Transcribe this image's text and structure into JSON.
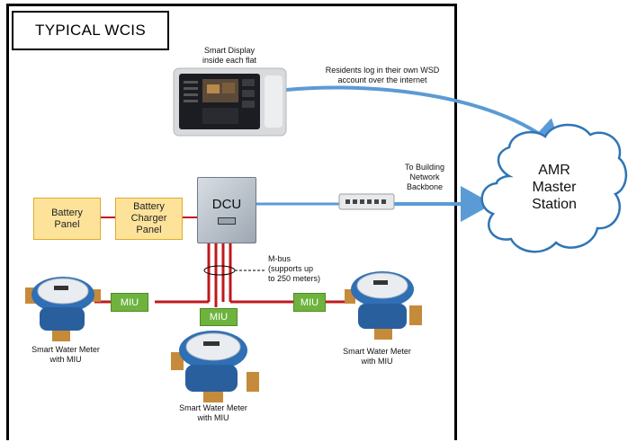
{
  "title": "TYPICAL WCIS",
  "smart_display": {
    "label_line1": "Smart Display",
    "label_line2": "inside each flat"
  },
  "residents_note": {
    "line1": "Residents log in their own WSD",
    "line2": "account over the internet"
  },
  "backbone_note": {
    "line1": "To Building",
    "line2": "Network",
    "line3": "Backbone"
  },
  "cloud": {
    "line1": "AMR",
    "line2": "Master",
    "line3": "Station"
  },
  "dcu": {
    "label": "DCU"
  },
  "battery_panel": {
    "line1": "Battery",
    "line2": "Panel"
  },
  "charger_panel": {
    "line1": "Battery",
    "line2": "Charger",
    "line3": "Panel"
  },
  "mbus_note": {
    "line1": "M-bus",
    "line2": "(supports up",
    "line3": "to 250 meters)"
  },
  "miu_label": "MIU",
  "meters": [
    {
      "line1": "Smart Water Meter",
      "line2": "with MIU"
    },
    {
      "line1": "Smart Water Meter",
      "line2": "with MIU"
    },
    {
      "line1": "Smart Water Meter",
      "line2": "with MIU"
    }
  ],
  "colors": {
    "arrow": "#5b9bd5",
    "wire": "#c0181d",
    "panel": "#fde39a",
    "miu": "#6fb33f",
    "meter_body": "#2f6fb5"
  }
}
